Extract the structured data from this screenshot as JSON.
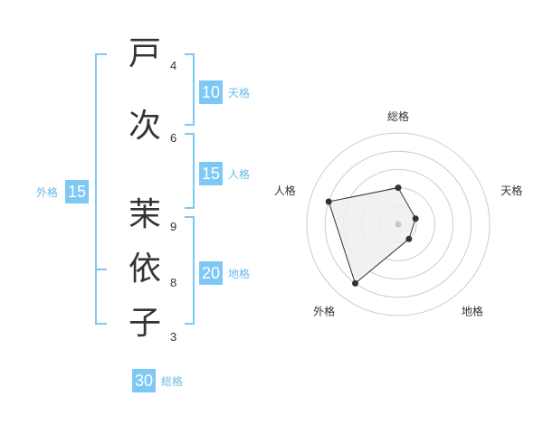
{
  "name": {
    "characters": [
      {
        "char": "戸",
        "strokes": "4"
      },
      {
        "char": "次",
        "strokes": "6"
      },
      {
        "char": "茉",
        "strokes": "9"
      },
      {
        "char": "依",
        "strokes": "8"
      },
      {
        "char": "子",
        "strokes": "3"
      }
    ]
  },
  "fortune": {
    "tenkaku": {
      "label": "天格",
      "value": "10"
    },
    "jinkaku": {
      "label": "人格",
      "value": "15"
    },
    "chikaku": {
      "label": "地格",
      "value": "20"
    },
    "gaikaku": {
      "label": "外格",
      "value": "15"
    },
    "soukaku": {
      "label": "総格",
      "value": "30"
    }
  },
  "colors": {
    "accent": "#7ec8f5",
    "accent_text": "#6bbbea",
    "text": "#333333",
    "ring": "#cccccc",
    "polygon_fill": "#efefef"
  },
  "chart_data": {
    "type": "radar",
    "axes": [
      "総格",
      "天格",
      "地格",
      "外格",
      "人格"
    ],
    "values": [
      2,
      1,
      1,
      4,
      4
    ],
    "rlim": [
      0,
      5
    ],
    "rings": 5
  }
}
